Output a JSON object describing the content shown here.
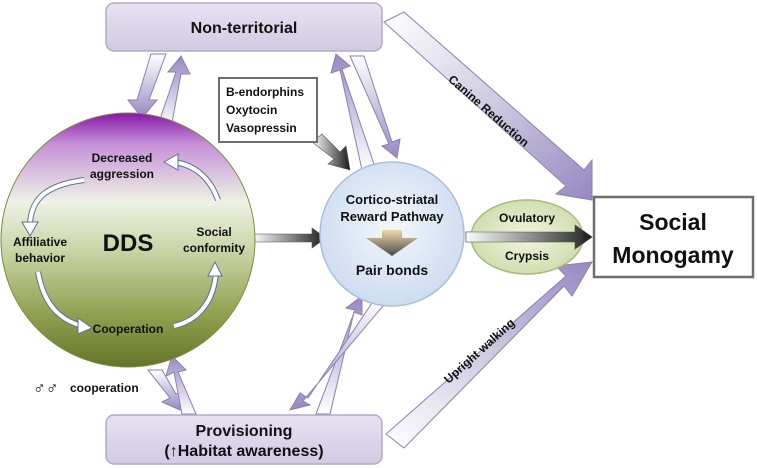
{
  "nodes": {
    "non_territorial": "Non-territorial",
    "provisioning_line1": "Provisioning",
    "provisioning_line2": "(↑Habitat awareness)",
    "neurochem": [
      "B-endorphins",
      "Oxytocin",
      "Vasopressin"
    ],
    "reward_line1": "Cortico-striatal",
    "reward_line2": "Reward Pathway",
    "pair_bonds": "Pair bonds",
    "ovulatory": "Ovulatory",
    "crypsis": "Crypsis",
    "social_line1": "Social",
    "social_line2": "Monogamy"
  },
  "dds": {
    "title": "DDS",
    "decreased_line1": "Decreased",
    "decreased_line2": "aggression",
    "affiliative_line1": "Affiliative",
    "affiliative_line2": "behavior",
    "social_conf_line1": "Social",
    "social_conf_line2": "conformity",
    "cooperation": "Cooperation"
  },
  "labels": {
    "canine": "Canine Reduction",
    "upright": "Upright walking",
    "male_symbol": "♂♂",
    "male_coop": "cooperation"
  },
  "colors": {
    "box_fill": "#ddd6ea",
    "box_stroke": "#b3a9c9",
    "purple_arrow": "#9e90c6",
    "dds_top": "#8a1fa8",
    "dds_bottom": "#6d7d2b"
  }
}
